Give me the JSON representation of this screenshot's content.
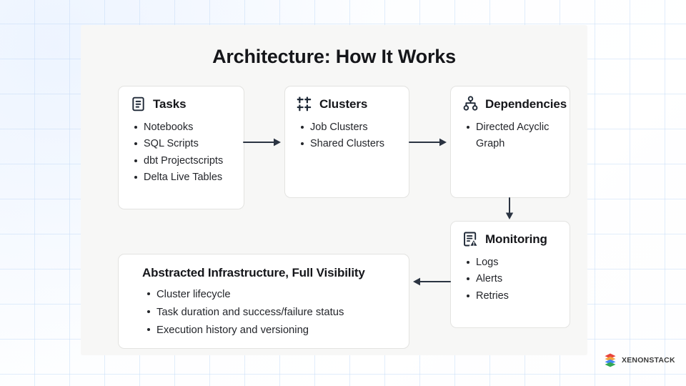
{
  "slide": {
    "title": "Architecture: How It Works",
    "background_color": "#f7f7f6",
    "accent_color": "#1f2937",
    "grid_color": "#c8def8"
  },
  "cards": {
    "tasks": {
      "title": "Tasks",
      "icon": "document-lines-icon",
      "items": [
        "Notebooks",
        "SQL Scripts",
        "dbt Projectscripts",
        "Delta Live Tables"
      ]
    },
    "clusters": {
      "title": "Clusters",
      "icon": "grid-plus-icon",
      "items": [
        "Job Clusters",
        "Shared Clusters"
      ]
    },
    "dependencies": {
      "title": "Dependencies",
      "icon": "node-tree-icon",
      "items": [
        "Directed Acyclic Graph"
      ]
    },
    "monitoring": {
      "title": "Monitoring",
      "icon": "document-alert-icon",
      "items": [
        "Logs",
        "Alerts",
        "Retries"
      ]
    },
    "summary": {
      "title": "Abstracted Infrastructure, Full Visibility",
      "items": [
        "Cluster lifecycle",
        "Task duration and success/failure status",
        "Execution history and versioning"
      ]
    }
  },
  "arrows": [
    {
      "name": "tasks-to-clusters",
      "direction": "right"
    },
    {
      "name": "clusters-to-dependencies",
      "direction": "right"
    },
    {
      "name": "dependencies-to-monitoring",
      "direction": "down"
    },
    {
      "name": "monitoring-to-summary",
      "direction": "left"
    }
  ],
  "logo": {
    "text": "XENONSTACK",
    "mark": "xenonstack-hex-stack-icon",
    "colors": [
      "#e8453c",
      "#f2a33c",
      "#34a853",
      "#4285f4"
    ]
  }
}
